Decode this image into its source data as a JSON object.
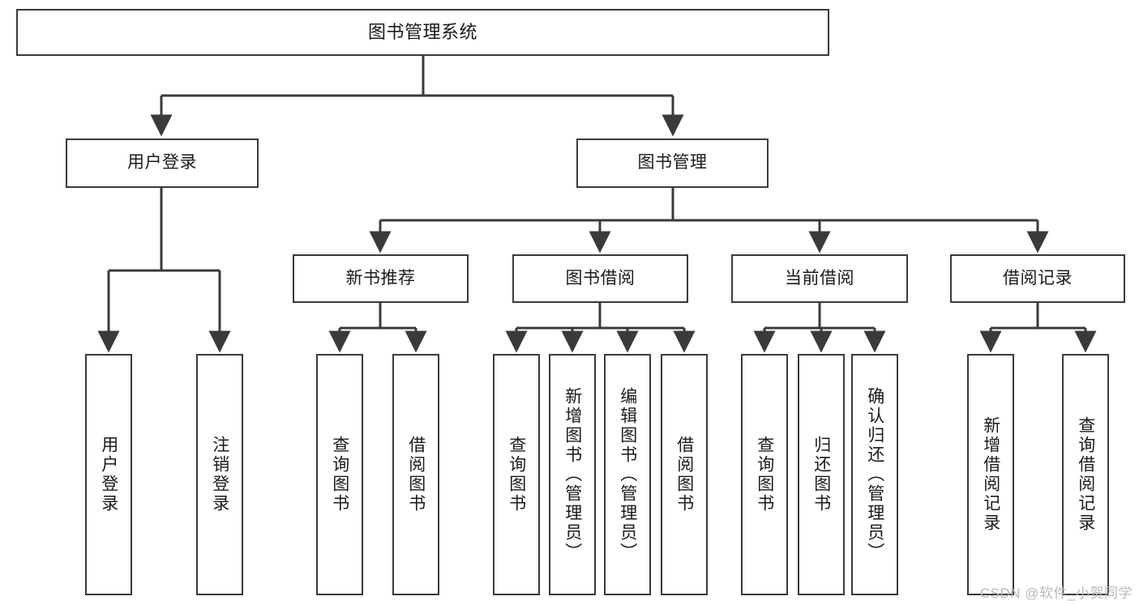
{
  "diagram": {
    "title": "图书管理系统",
    "type": "tree-structure-chart",
    "line_color": "#3a3a3a",
    "text_color": "#1a1a1a",
    "background": "#ffffff",
    "watermark": "CSDN @软件_小贺同学",
    "nodes": {
      "root": {
        "label": "图书管理系统"
      },
      "level2": [
        {
          "label": "用户登录"
        },
        {
          "label": "图书管理"
        }
      ],
      "level3": [
        {
          "label": "新书推荐"
        },
        {
          "label": "图书借阅"
        },
        {
          "label": "当前借阅"
        },
        {
          "label": "借阅记录"
        }
      ],
      "leaves": {
        "user_login": [
          {
            "label": "用户登录"
          },
          {
            "label": "注销登录"
          }
        ],
        "new_book_recommend": [
          {
            "label": "查询图书"
          },
          {
            "label": "借阅图书"
          }
        ],
        "book_borrow": [
          {
            "label": "查询图书"
          },
          {
            "label": "新增图书（管理员）"
          },
          {
            "label": "编辑图书（管理员）"
          },
          {
            "label": "借阅图书"
          }
        ],
        "current_borrow": [
          {
            "label": "查询图书"
          },
          {
            "label": "归还图书"
          },
          {
            "label": "确认归还（管理员）"
          }
        ],
        "borrow_record": [
          {
            "label": "新增借阅记录"
          },
          {
            "label": "查询借阅记录"
          }
        ]
      }
    }
  }
}
